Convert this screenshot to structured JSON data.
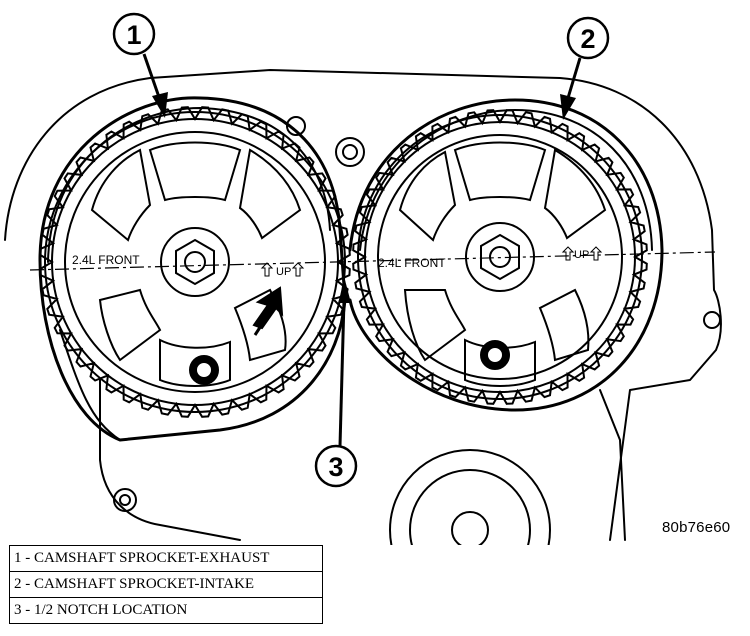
{
  "figure": {
    "callouts": [
      "1",
      "2",
      "3"
    ],
    "sprocket_marks": {
      "left_front": "2.4L FRONT",
      "left_up": "UP",
      "right_front": "2.4L FRONT",
      "right_up": "UP"
    },
    "figure_id": "80b76e60"
  },
  "legend": [
    {
      "text": "1 - CAMSHAFT SPROCKET-EXHAUST"
    },
    {
      "text": "2 - CAMSHAFT SPROCKET-INTAKE"
    },
    {
      "text": "3 - 1/2 NOTCH LOCATION"
    }
  ]
}
